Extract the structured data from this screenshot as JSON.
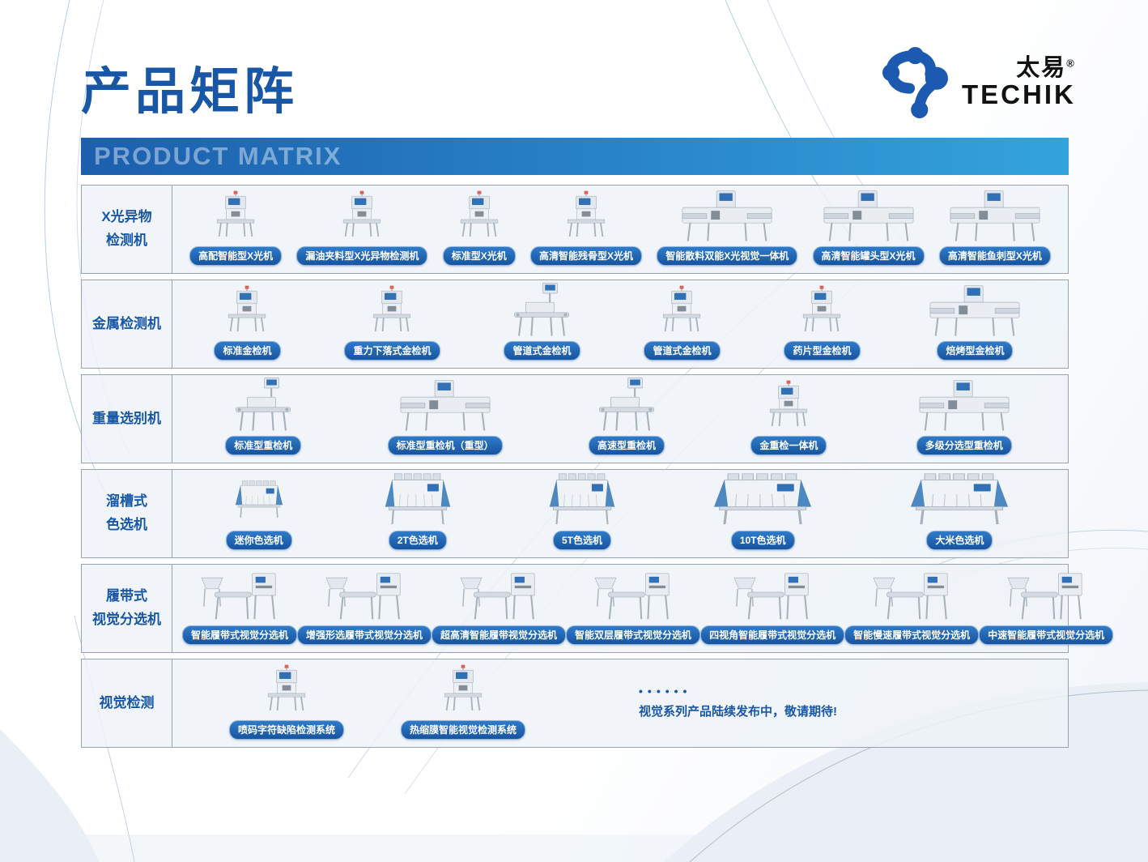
{
  "header": {
    "title_cn": "产品矩阵",
    "title_en": "PRODUCT MATRIX"
  },
  "logo": {
    "brand_cn": "太易",
    "reg_mark": "®",
    "brand_en": "TECHIK"
  },
  "colors": {
    "brand_blue": "#1757a6",
    "banner_start": "#1c5fae",
    "banner_end": "#33a3dd",
    "pill_top": "#2f7bc8",
    "pill_bottom": "#17549f",
    "logo_blue": "#1b5ab0",
    "row_border": "#97a3ae"
  },
  "rows": [
    {
      "category_line1": "X光异物",
      "category_line2": "检测机",
      "products": [
        {
          "label": "高配智能型X光机"
        },
        {
          "label": "漏油夹料型X光异物检测机"
        },
        {
          "label": "标准型X光机"
        },
        {
          "label": "高清智能残骨型X光机"
        },
        {
          "label": "智能散料双能X光视觉一体机"
        },
        {
          "label": "高清智能罐头型X光机"
        },
        {
          "label": "高清智能鱼刺型X光机"
        }
      ]
    },
    {
      "category_line1": "金属检测机",
      "products": [
        {
          "label": "标准金检机"
        },
        {
          "label": "重力下落式金检机"
        },
        {
          "label": "管道式金检机"
        },
        {
          "label": "管道式金检机"
        },
        {
          "label": "药片型金检机"
        },
        {
          "label": "焙烤型金检机"
        }
      ]
    },
    {
      "category_line1": "重量选别机",
      "products": [
        {
          "label": "标准型重检机"
        },
        {
          "label": "标准型重检机（重型）"
        },
        {
          "label": "高速型重检机"
        },
        {
          "label": "金重检一体机"
        },
        {
          "label": "多级分选型重检机"
        }
      ]
    },
    {
      "category_line1": "溜槽式",
      "category_line2": "色选机",
      "products": [
        {
          "label": "迷你色选机"
        },
        {
          "label": "2T色选机"
        },
        {
          "label": "5T色选机"
        },
        {
          "label": "10T色选机"
        },
        {
          "label": "大米色选机"
        }
      ]
    },
    {
      "category_line1": "履带式",
      "category_line2": "视觉分选机",
      "products": [
        {
          "label": "智能履带式视觉分选机"
        },
        {
          "label": "增强形选履带式视觉分选机"
        },
        {
          "label": "超高清智能履带视觉分选机"
        },
        {
          "label": "智能双层履带式视觉分选机"
        },
        {
          "label": "四视角智能履带式视觉分选机"
        },
        {
          "label": "智能慢速履带式视觉分选机"
        },
        {
          "label": "中速智能履带式视觉分选机"
        }
      ]
    },
    {
      "category_line1": "视觉检测",
      "products": [
        {
          "label": "喷码字符缺陷检测系统"
        },
        {
          "label": "热缩膜智能视觉检测系统"
        }
      ],
      "note_dots": "••••••",
      "note_text": "视觉系列产品陆续发布中，敬请期待!"
    }
  ]
}
